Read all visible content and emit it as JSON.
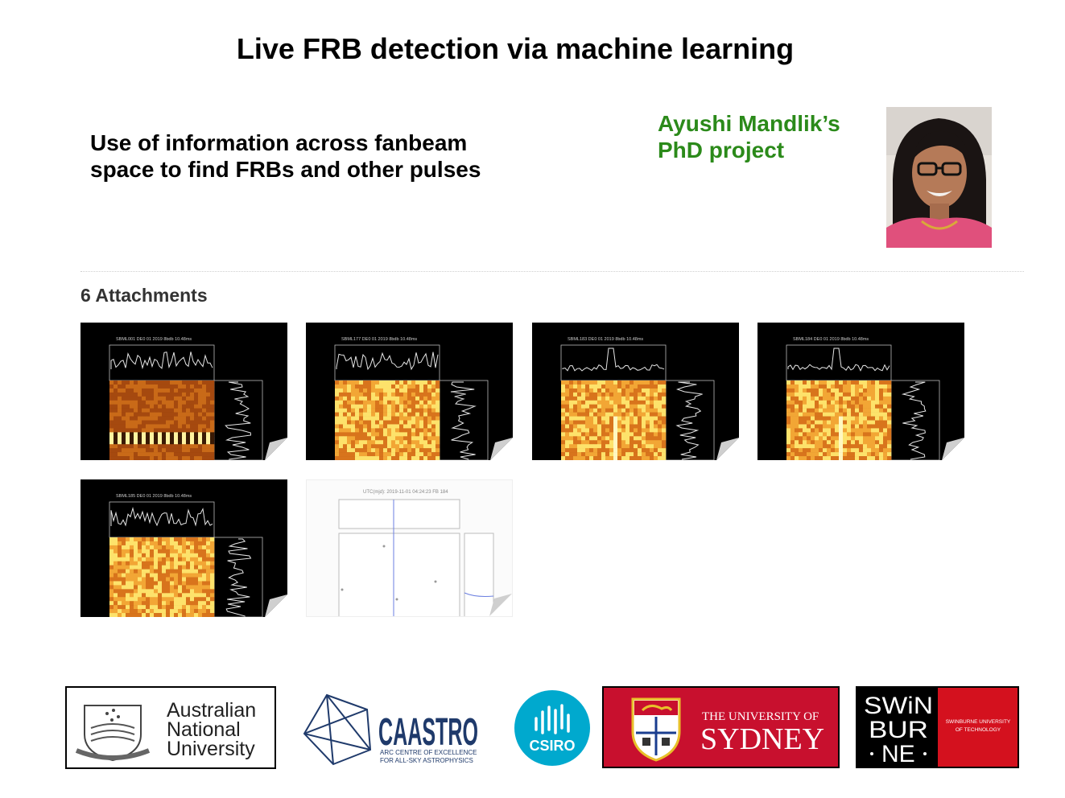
{
  "slide": {
    "title": "Live FRB detection via machine learning",
    "subtitle_line1": "Use of information across fanbeam",
    "subtitle_line2": "space to find FRBs and other pulses",
    "credit_line1": "Ayushi Mandlik’s",
    "credit_line2": "PhD project",
    "credit_color": "#2b8a1a"
  },
  "attachments": {
    "header": "6 Attachments",
    "items": [
      {
        "caption": "SBML001  DE0 01 2019  8bdb 10.48ms"
      },
      {
        "caption": "SBML177  DE0 01 2019  8bdb 10.48ms"
      },
      {
        "caption": "SBML183  DE0 01 2019  8bdb 10.48ms"
      },
      {
        "caption": "SBML184  DE0 01 2019  8bdb 10.48ms"
      },
      {
        "caption": "SBML185  DE0 01 2019  8bdb 10.48ms"
      },
      {
        "caption": "UTC(mjd): 2019-11-01 04:24:23  FB 184"
      }
    ]
  },
  "logos": {
    "anu": {
      "line1": "Australian",
      "line2": "National",
      "line3": "University"
    },
    "caastro": {
      "name": "CAASTRO",
      "tag1": "ARC CENTRE OF EXCELLENCE",
      "tag2": "FOR ALL-SKY ASTROPHYSICS",
      "color": "#1f3a6b"
    },
    "csiro": {
      "name": "CSIRO",
      "color": "#00a9ce"
    },
    "sydney": {
      "line1": "THE UNIVERSITY OF",
      "line2": "SYDNEY",
      "color": "#c8102e"
    },
    "swinburne": {
      "l1": "SWiN",
      "l2": "BUR",
      "l3": "NE",
      "side1": "SWINBURNE UNIVERSITY",
      "side2": "OF TECHNOLOGY",
      "color": "#d4111e"
    }
  }
}
